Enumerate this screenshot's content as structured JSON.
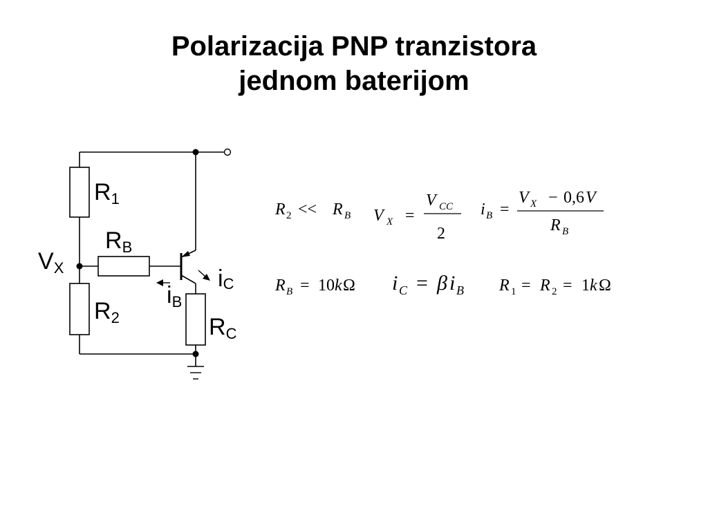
{
  "slide": {
    "title_line1": "Polarizacija PNP tranzistora",
    "title_line2": "jednom baterijom"
  },
  "circuit": {
    "labels": {
      "r1": "R",
      "r1_sub": "1",
      "rb": "R",
      "rb_sub": "B",
      "vx": "V",
      "vx_sub": "X",
      "r2": "R",
      "r2_sub": "2",
      "ic": "i",
      "ic_sub": "C",
      "ib": "i",
      "ib_sub": "B",
      "rc": "R",
      "rc_sub": "C"
    },
    "line_color": "#000000"
  },
  "equations": {
    "eq1": {
      "lhs": "R",
      "lhs_sub": "2",
      "op": "<<",
      "rhs": "R",
      "rhs_sub": "B"
    },
    "eq2": {
      "lhs": "V",
      "lhs_sub": "X",
      "op": "=",
      "num": "V",
      "num_sub": "CC",
      "den": "2"
    },
    "eq3": {
      "lhs": "i",
      "lhs_sub": "B",
      "op": "=",
      "num_a": "V",
      "num_a_sub": "X",
      "num_minus": "−",
      "num_b": "0,6",
      "num_c": "V",
      "den": "R",
      "den_sub": "B"
    },
    "eq4": {
      "lhs": "R",
      "lhs_sub": "B",
      "op": "=",
      "val": "10",
      "unit_k": "k",
      "unit_omega": "Ω"
    },
    "eq5": {
      "lhs": "i",
      "lhs_sub": "C",
      "op": "=",
      "beta": "β",
      "rhs": "i",
      "rhs_sub": "B"
    },
    "eq6": {
      "a": "R",
      "a_sub": "1",
      "op1": "=",
      "b": "R",
      "b_sub": "2",
      "op2": "=",
      "val": "1",
      "unit_k": "k",
      "unit_omega": "Ω"
    }
  }
}
